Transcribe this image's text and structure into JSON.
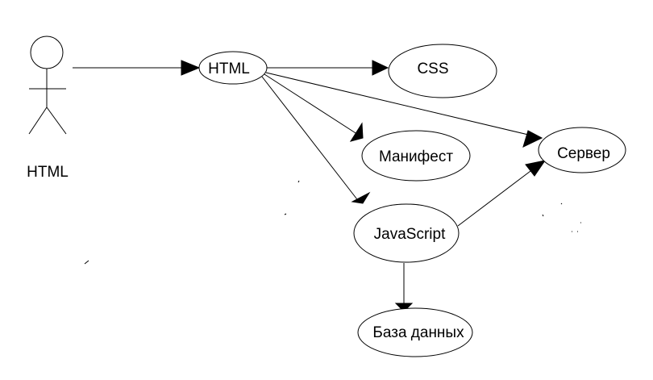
{
  "diagram": {
    "type": "use-case",
    "actor": {
      "label": "HTML"
    },
    "nodes": {
      "html": "HTML",
      "css": "CSS",
      "manifest": "Манифест",
      "server": "Сервер",
      "javascript": "JavaScript",
      "database": "База данных"
    },
    "edges": [
      {
        "from": "actor",
        "to": "html"
      },
      {
        "from": "html",
        "to": "css"
      },
      {
        "from": "html",
        "to": "manifest"
      },
      {
        "from": "html",
        "to": "server"
      },
      {
        "from": "html",
        "to": "javascript"
      },
      {
        "from": "javascript",
        "to": "server"
      },
      {
        "from": "javascript",
        "to": "database"
      }
    ]
  }
}
